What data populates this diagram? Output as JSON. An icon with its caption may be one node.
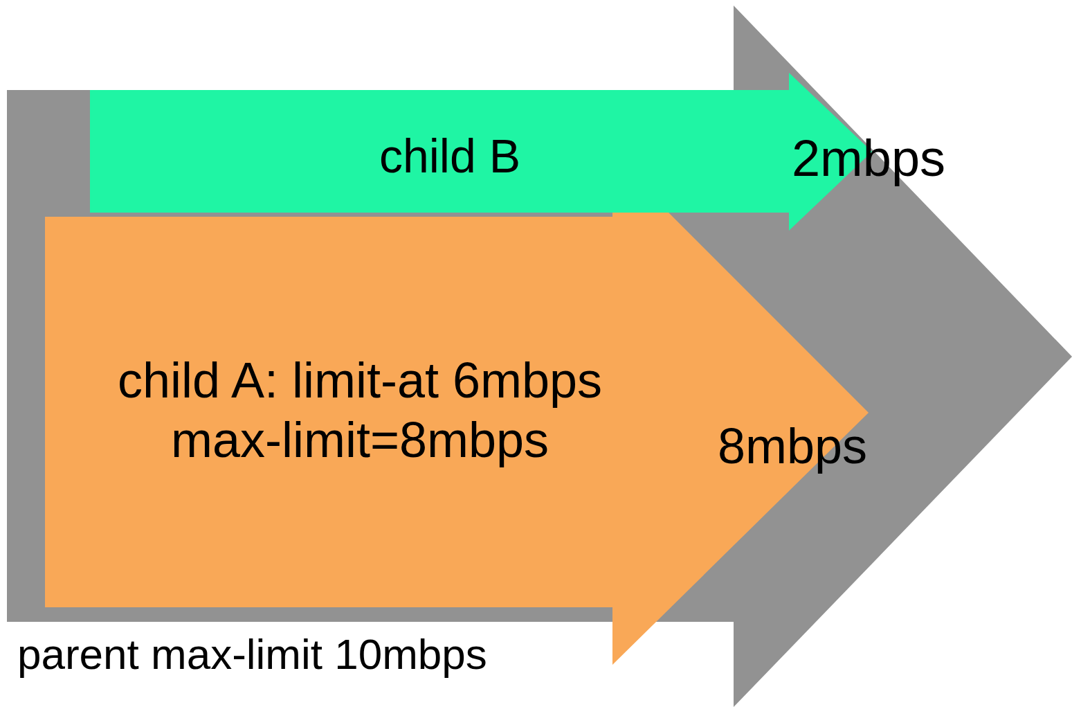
{
  "diagram": {
    "nodes": [
      {
        "text": [
          "parent max-limit 10mbps"
        ]
      },
      {
        "text": [
          "child A: limit-at 6mbps max-limit=8mbps",
          "8mbps"
        ],
        "in": 0
      },
      {
        "text": [
          "child B",
          "2mbps"
        ],
        "in": 0
      }
    ]
  }
}
